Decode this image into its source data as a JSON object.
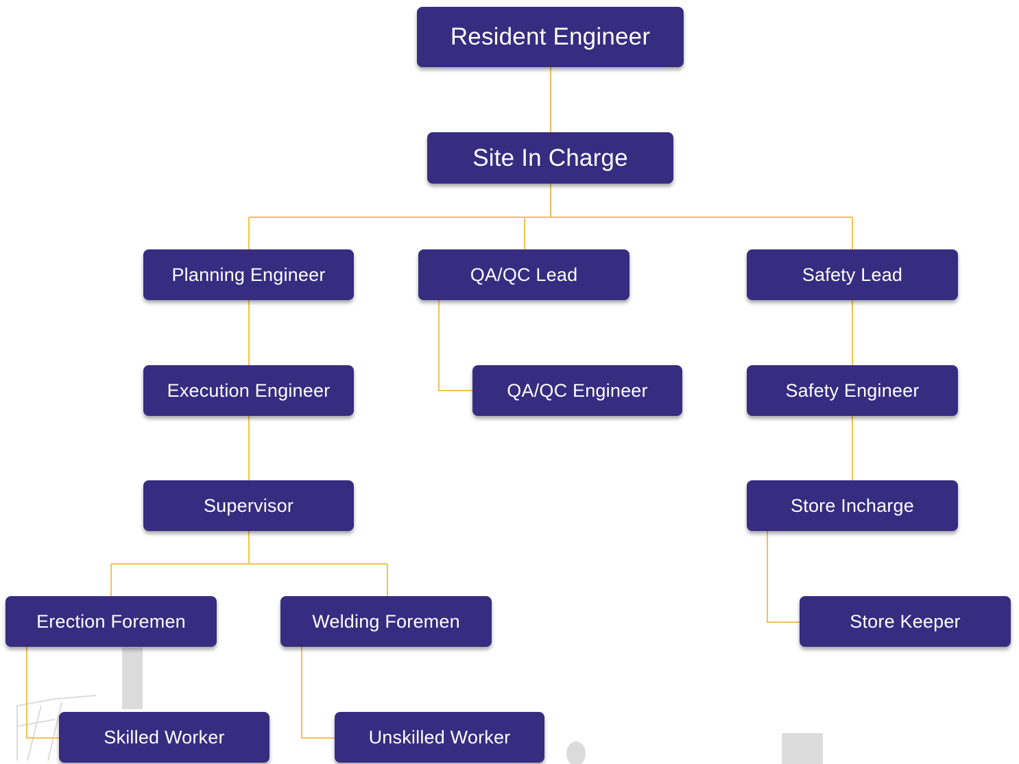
{
  "colors": {
    "node_fill": "#372c80",
    "node_text": "#ffffff",
    "connector": "#f2c14e",
    "background": "#ffffff"
  },
  "nodes": {
    "resident_engineer": "Resident Engineer",
    "site_in_charge": "Site In Charge",
    "planning_engineer": "Planning Engineer",
    "qaqc_lead": "QA/QC Lead",
    "safety_lead": "Safety Lead",
    "execution_engineer": "Execution Engineer",
    "qaqc_engineer": "QA/QC Engineer",
    "safety_engineer": "Safety Engineer",
    "supervisor": "Supervisor",
    "store_incharge": "Store Incharge",
    "erection_foremen": "Erection Foremen",
    "welding_foremen": "Welding Foremen",
    "store_keeper": "Store Keeper",
    "skilled_worker": "Skilled Worker",
    "unskilled_worker": "Unskilled Worker"
  },
  "edges": [
    [
      "resident_engineer",
      "site_in_charge"
    ],
    [
      "site_in_charge",
      "planning_engineer"
    ],
    [
      "site_in_charge",
      "qaqc_lead"
    ],
    [
      "site_in_charge",
      "safety_lead"
    ],
    [
      "planning_engineer",
      "execution_engineer"
    ],
    [
      "qaqc_lead",
      "qaqc_engineer"
    ],
    [
      "safety_lead",
      "safety_engineer"
    ],
    [
      "execution_engineer",
      "supervisor"
    ],
    [
      "safety_engineer",
      "store_incharge"
    ],
    [
      "supervisor",
      "erection_foremen"
    ],
    [
      "supervisor",
      "welding_foremen"
    ],
    [
      "store_incharge",
      "store_keeper"
    ],
    [
      "erection_foremen",
      "skilled_worker"
    ],
    [
      "welding_foremen",
      "unskilled_worker"
    ]
  ]
}
